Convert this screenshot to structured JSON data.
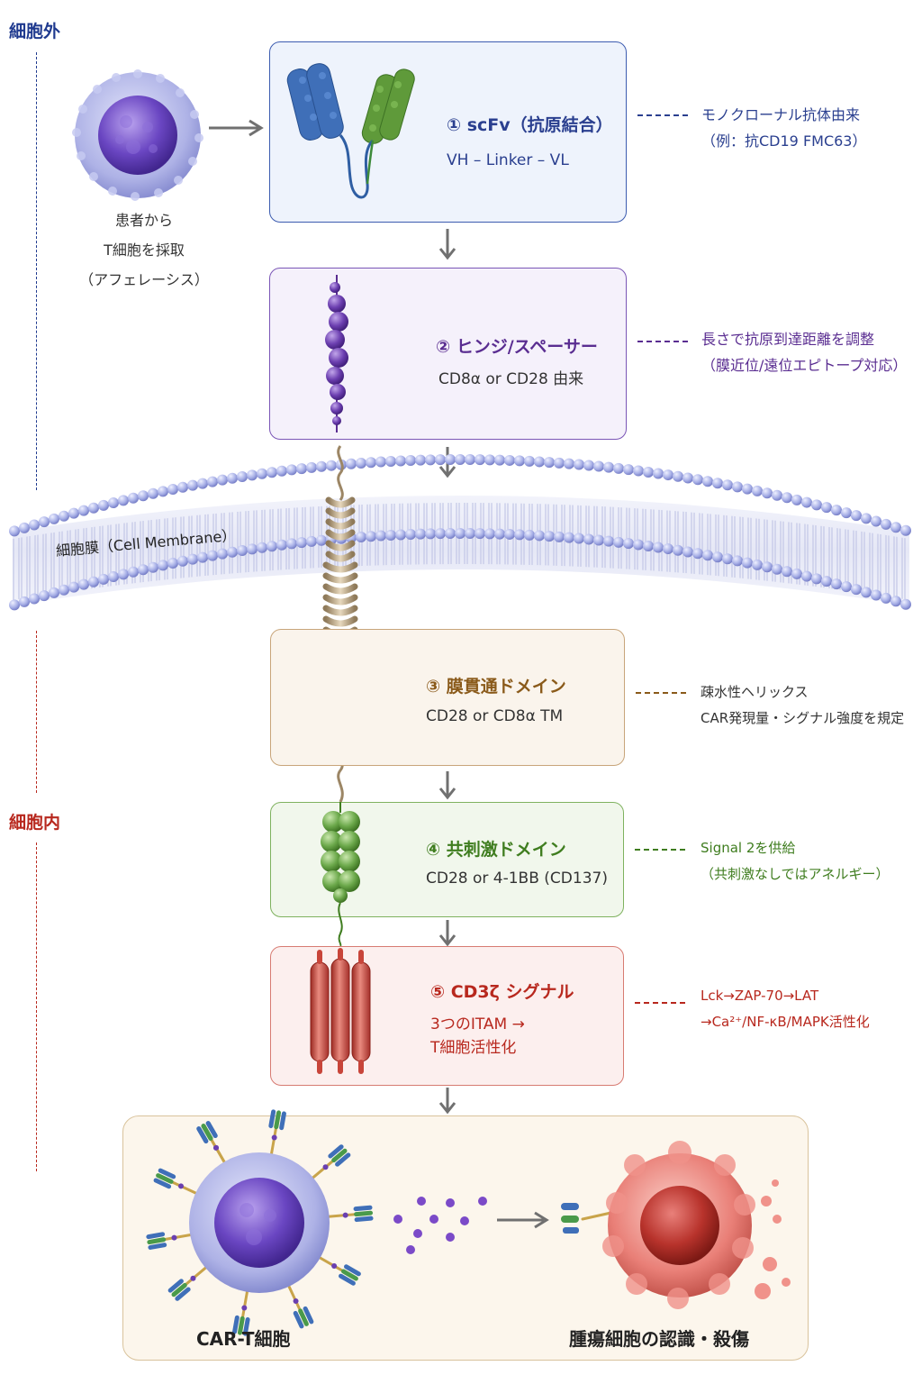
{
  "regions": {
    "extracellular": "細胞外",
    "intracellular": "細胞内"
  },
  "patient_caption": [
    "患者から",
    "T細胞を採取",
    "（アフェレーシス）"
  ],
  "membrane_label": "細胞膜（Cell Membrane）",
  "domains": [
    {
      "title": "① scFv（抗原結合）",
      "subtitle": [
        "VH – Linker – VL"
      ],
      "notes": [
        "モノクローナル抗体由来",
        "（例：抗CD19 FMC63）"
      ],
      "color": "#2a3f8f"
    },
    {
      "title": "② ヒンジ/スペーサー",
      "subtitle": [
        "CD8α or CD28 由来"
      ],
      "notes": [
        "長さで抗原到達距離を調整",
        "（膜近位/遠位エピトープ対応）"
      ],
      "color": "#5a2d91"
    },
    {
      "title": "③ 膜貫通ドメイン",
      "subtitle": [
        "CD28 or CD8α TM"
      ],
      "notes": [
        "疎水性ヘリックス",
        "CAR発現量・シグナル強度を規定"
      ],
      "color": "#8a5a1a"
    },
    {
      "title": "④ 共刺激ドメイン",
      "subtitle": [
        "CD28 or 4-1BB (CD137)"
      ],
      "notes": [
        "Signal 2を供給",
        "（共刺激なしではアネルギー）"
      ],
      "color": "#3f7d1f"
    },
    {
      "title": "⑤ CD3ζ シグナル",
      "subtitle": [
        "3つのITAM →",
        "T細胞活性化"
      ],
      "notes": [
        "Lck→ZAP-70→LAT",
        "→Ca²⁺/NF-κB/MAPK活性化"
      ],
      "color": "#b8281e"
    }
  ],
  "bottom": {
    "left_caption": "CAR-T細胞",
    "right_caption": "腫瘍細胞の認識・殺傷"
  },
  "colors": {
    "extracellular": "#1f3a8f",
    "intracellular": "#b8281e",
    "arrow": "#707070"
  }
}
